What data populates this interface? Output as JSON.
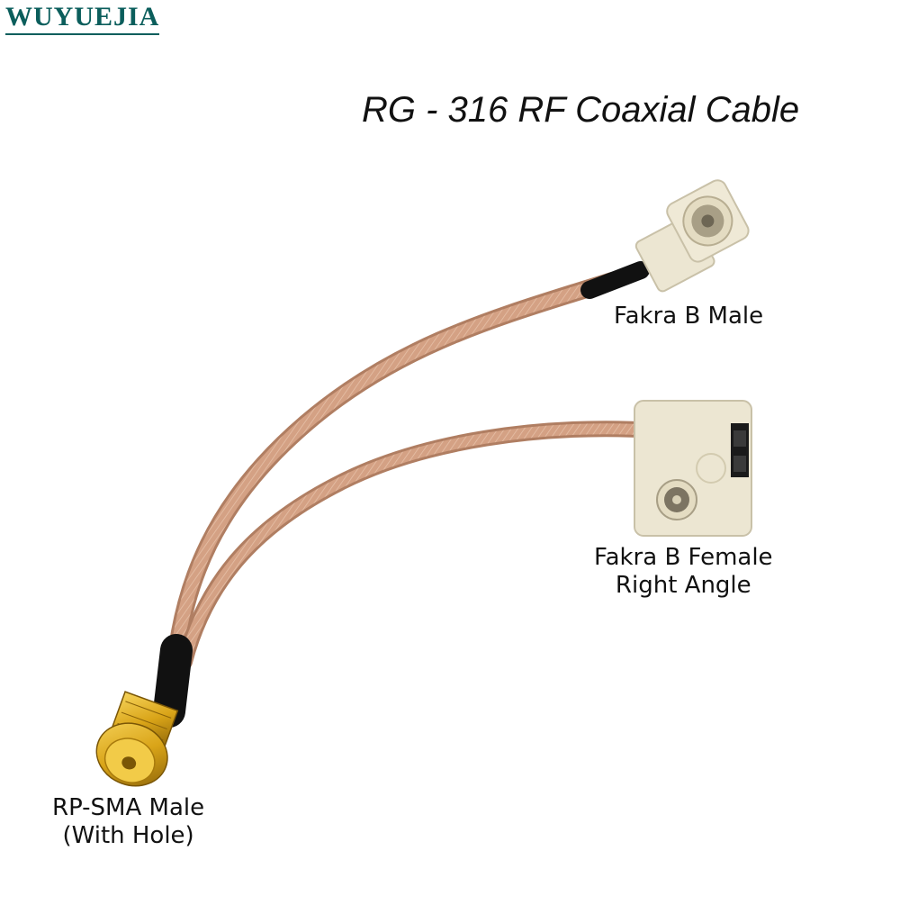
{
  "brand": {
    "name": "WUYUEJIA",
    "color": "#0b5e5c"
  },
  "title": "RG - 316 RF Coaxial Cable",
  "connectors": {
    "fakra_male": {
      "label": "Fakra B Male",
      "color": "#ece6d2"
    },
    "fakra_female": {
      "line1": "Fakra B Female",
      "line2": "Right Angle",
      "color": "#ece6d2"
    },
    "rp_sma": {
      "line1": "RP-SMA Male",
      "line2": "(With Hole)",
      "color": "#d9a418"
    }
  },
  "cable": {
    "color": "#d4a184"
  }
}
